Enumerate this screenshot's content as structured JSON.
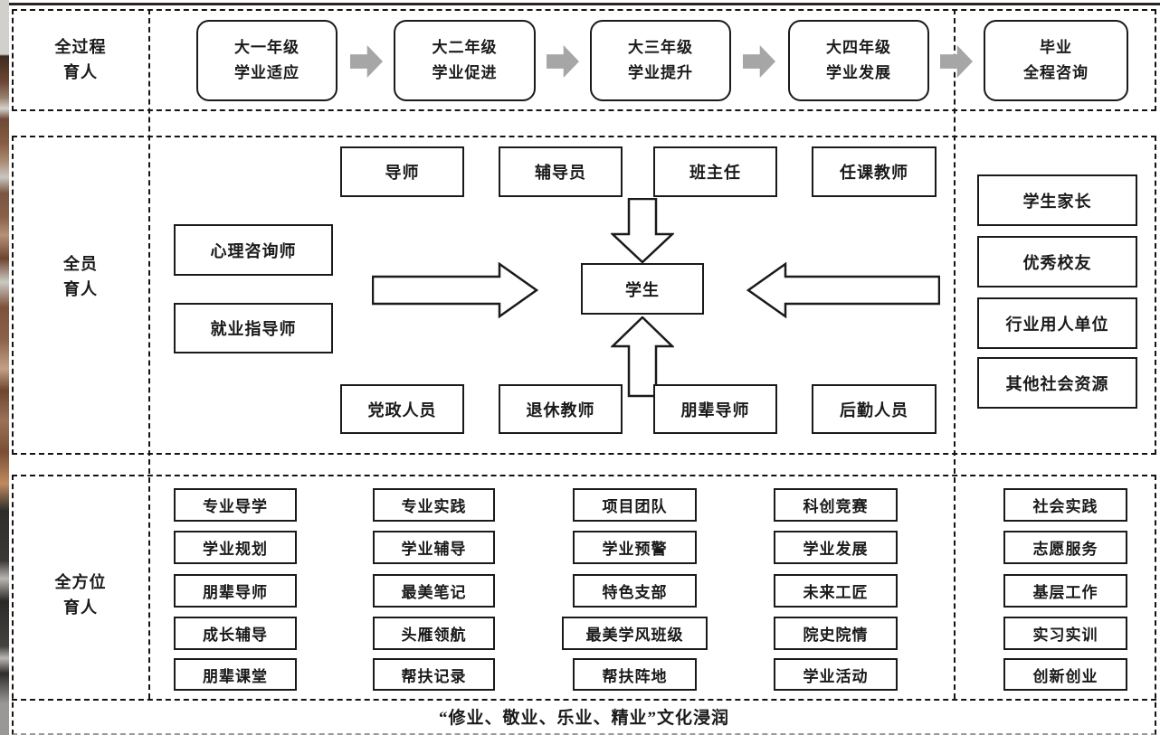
{
  "colors": {
    "border": "#1a1a1a",
    "dashed": "#141414",
    "gray_arrow": "#a6a6a6",
    "background": "#ffffff",
    "top_rule": "#2b2320"
  },
  "band1": {
    "label_line1": "全过程",
    "label_line2": "育人",
    "stages": [
      {
        "line1": "大一年级",
        "line2": "学业适应"
      },
      {
        "line1": "大二年级",
        "line2": "学业促进"
      },
      {
        "line1": "大三年级",
        "line2": "学业提升"
      },
      {
        "line1": "大四年级",
        "line2": "学业发展"
      },
      {
        "line1": "毕业",
        "line2": "全程咨询"
      }
    ]
  },
  "band2": {
    "label_line1": "全员",
    "label_line2": "育人",
    "top_row": [
      "导师",
      "辅导员",
      "班主任",
      "任课教师"
    ],
    "left_col": [
      "心理咨询师",
      "就业指导师"
    ],
    "center": "学生",
    "bottom_row": [
      "党政人员",
      "退休教师",
      "朋辈导师",
      "后勤人员"
    ],
    "right_col": [
      "学生家长",
      "优秀校友",
      "行业用人单位",
      "其他社会资源"
    ]
  },
  "band3": {
    "label_line1": "全方位",
    "label_line2": "育人",
    "columns": [
      [
        "专业导学",
        "学业规划",
        "朋辈导师",
        "成长辅导",
        "朋辈课堂"
      ],
      [
        "专业实践",
        "学业辅导",
        "最美笔记",
        "头雁领航",
        "帮扶记录"
      ],
      [
        "项目团队",
        "学业预警",
        "特色支部",
        "最美学风班级",
        "帮扶阵地"
      ],
      [
        "科创竞赛",
        "学业发展",
        "未来工匠",
        "院史院情",
        "学业活动"
      ],
      [
        "社会实践",
        "志愿服务",
        "基层工作",
        "实习实训",
        "创新创业"
      ]
    ],
    "footer": "“修业、敬业、乐业、精业”文化浸润"
  }
}
